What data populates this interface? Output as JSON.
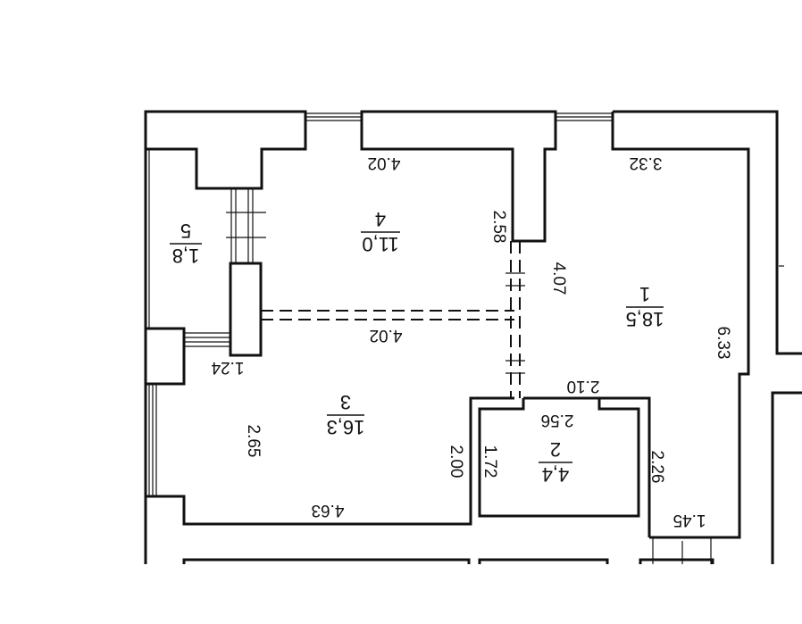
{
  "dimensions": {
    "room4_width": "4.02",
    "room1_width": "3.32",
    "room4_depth": "2.58",
    "room1_inner": "4.07",
    "room1_length": "6.33",
    "partition_width": "4.02",
    "room5_step": "1.24",
    "room3_depth": "2.65",
    "room3_width": "4.63",
    "room2_outer_width": "2.10",
    "room2_inner_width": "2.56",
    "room2_outer_depth": "2.00",
    "room2_inner_depth": "1.72",
    "room2_right_depth": "2.26",
    "corridor_width": "1.45"
  },
  "rooms": {
    "r1": {
      "number": "1",
      "area": "18,5"
    },
    "r2": {
      "number": "2",
      "area": "4,4"
    },
    "r3": {
      "number": "3",
      "area": "16,3"
    },
    "r4": {
      "number": "4",
      "area": "11,0"
    },
    "r5": {
      "number": "5",
      "area": "1,8"
    }
  }
}
